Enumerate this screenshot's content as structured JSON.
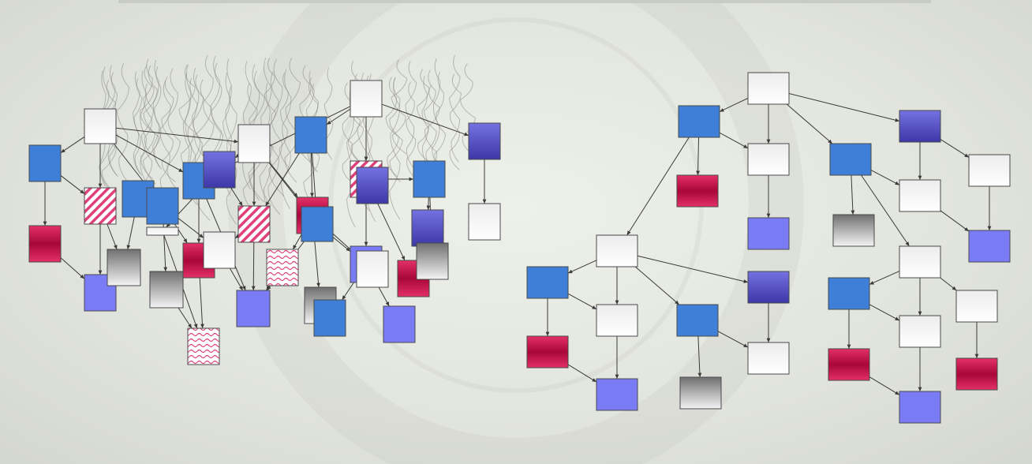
{
  "colors": {
    "blue": "#3f7fd8",
    "periwinkle": "#7a7cf5",
    "violet": "#5a56c8",
    "crimson": "#c8174a",
    "gray": "#9a9a9a",
    "white": "#ffffff",
    "hatched": "#e0407a",
    "edge": "#3a3a3a",
    "hair": "#8c8c88"
  },
  "diagrams": [
    {
      "name": "tangled-network",
      "style": "disordered"
    },
    {
      "name": "ordered-hierarchy",
      "style": "tree"
    }
  ]
}
